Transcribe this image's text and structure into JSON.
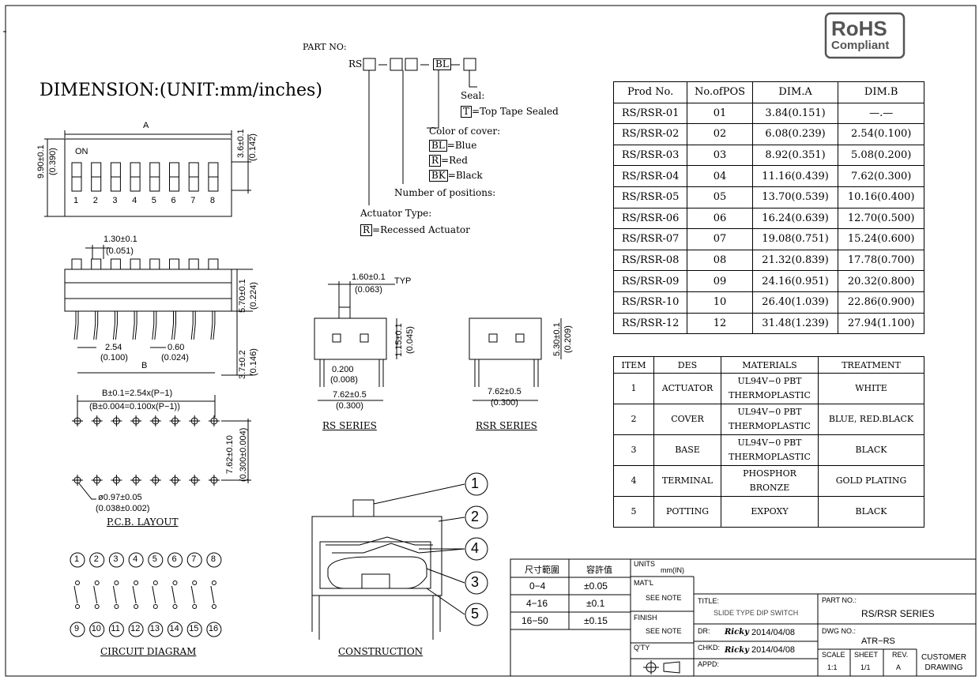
{
  "dimension_title": "DIMENSION:(UNIT:mm/inches)",
  "rohs": {
    "line1": "RoHS",
    "line2": "Compliant"
  },
  "part_no": {
    "label": "PART NO:",
    "prefix": "RS",
    "code_bl": "BL",
    "seal_label": "Seal:",
    "seal_code": "T",
    "seal_text": "=Top Tape Sealed",
    "cover_label": "Color of cover:",
    "cover_options": [
      {
        "code": "BL",
        "text": "=Blue"
      },
      {
        "code": "R",
        "text": "=Red"
      },
      {
        "code": "BK",
        "text": "=Black"
      }
    ],
    "positions_label": "Number of positions:",
    "actuator_label": "Actuator Type:",
    "actuator_code": "R",
    "actuator_text": "=Recessed Actuator"
  },
  "top_view": {
    "dim_a": "A",
    "on": "ON",
    "switch_numbers": [
      "1",
      "2",
      "3",
      "4",
      "5",
      "6",
      "7",
      "8"
    ],
    "height_mm": "9.90±0.1",
    "height_in": "(0.390)",
    "act_mm": "3.6±0.1",
    "act_in": "(0.142)"
  },
  "side_view": {
    "pitch1_mm": "1.30±0.1",
    "pitch1_in": "(0.051)",
    "height_mm": "5.70±0.1",
    "height_in": "(0.224)",
    "pitch_mm": "2.54",
    "pitch_in": "(0.100)",
    "pin_mm": "0.60",
    "pin_in": "(0.024)",
    "dim_b": "B",
    "lead_mm": "3.7±0.2",
    "lead_in": "(0.146)"
  },
  "pcb": {
    "formula_mm": "B±0.1=2.54x(P−1)",
    "formula_in": "(B±0.004=0.100x(P−1))",
    "row_mm": "7.62±0.10",
    "row_in": "(0.300±0.004)",
    "hole_mm": "ø0.97±0.05",
    "hole_in": "(0.038±0.002)",
    "title": "P.C.B.  LAYOUT"
  },
  "rs_series": {
    "act_mm": "1.60±0.1",
    "act_in": "(0.063)",
    "typ": "TYP",
    "h_mm": "1.15±0.1",
    "h_in": "(0.045)",
    "lead_mm": "0.200",
    "lead_in": "(0.008)",
    "row_mm": "7.62±0.5",
    "row_in": "(0.300)",
    "title": "RS  SERIES"
  },
  "rsr_series": {
    "h_mm": "5.30±0.1",
    "h_in": "(0.209)",
    "row_mm": "7.62±0.5",
    "row_in": "(0.300)",
    "title": "RSR  SERIES"
  },
  "circuit": {
    "top": [
      "1",
      "2",
      "3",
      "4",
      "5",
      "6",
      "7",
      "8"
    ],
    "bottom": [
      "9",
      "10",
      "11",
      "12",
      "13",
      "14",
      "15",
      "16"
    ],
    "title": "CIRCUIT  DIAGRAM"
  },
  "construction": {
    "callouts": [
      "1",
      "2",
      "4",
      "3",
      "5"
    ],
    "title": "CONSTRUCTION"
  },
  "prod_table": {
    "headers": [
      "Prod No.",
      "No.ofPOS",
      "DIM.A",
      "DIM.B"
    ],
    "rows": [
      [
        "RS/RSR-01",
        "01",
        "3.84(0.151)",
        "—.—"
      ],
      [
        "RS/RSR-02",
        "02",
        "6.08(0.239)",
        "2.54(0.100)"
      ],
      [
        "RS/RSR-03",
        "03",
        "8.92(0.351)",
        "5.08(0.200)"
      ],
      [
        "RS/RSR-04",
        "04",
        "11.16(0.439)",
        "7.62(0.300)"
      ],
      [
        "RS/RSR-05",
        "05",
        "13.70(0.539)",
        "10.16(0.400)"
      ],
      [
        "RS/RSR-06",
        "06",
        "16.24(0.639)",
        "12.70(0.500)"
      ],
      [
        "RS/RSR-07",
        "07",
        "19.08(0.751)",
        "15.24(0.600)"
      ],
      [
        "RS/RSR-08",
        "08",
        "21.32(0.839)",
        "17.78(0.700)"
      ],
      [
        "RS/RSR-09",
        "09",
        "24.16(0.951)",
        "20.32(0.800)"
      ],
      [
        "RS/RSR-10",
        "10",
        "26.40(1.039)",
        "22.86(0.900)"
      ],
      [
        "RS/RSR-12",
        "12",
        "31.48(1.239)",
        "27.94(1.100)"
      ]
    ]
  },
  "mat_table": {
    "headers": [
      "ITEM",
      "DES",
      "MATERIALS",
      "TREATMENT"
    ],
    "rows": [
      [
        "1",
        "ACTUATOR",
        "UL94V−0 PBT",
        "THERMOPLASTIC",
        "WHITE"
      ],
      [
        "2",
        "COVER",
        "UL94V−0 PBT",
        "THERMOPLASTIC",
        "BLUE, RED.BLACK"
      ],
      [
        "3",
        "BASE",
        "UL94V−0 PBT",
        "THERMOPLASTIC",
        "BLACK"
      ],
      [
        "4",
        "TERMINAL",
        "PHOSPHOR BRONZE",
        "",
        "GOLD PLATING"
      ],
      [
        "5",
        "POTTING",
        "EXPOXY",
        "",
        "BLACK"
      ]
    ]
  },
  "title_block": {
    "size_range_label": "尺寸範圍",
    "tolerance_label": "容許值",
    "tolerances": [
      [
        "0−4",
        "±0.05"
      ],
      [
        "4−16",
        "±0.1"
      ],
      [
        "16−50",
        "±0.15"
      ]
    ],
    "units_label": "UNITS",
    "units_value": "mm(IN)",
    "matl_label": "MAT'L",
    "matl_value": "SEE NOTE",
    "finish_label": "FINISH",
    "finish_value": "SEE NOTE",
    "qty_label": "Q'TY",
    "title_label": "TITLE:",
    "title_value": "SLIDE TYPE DIP SWITCH",
    "part_no_label": "PART NO.:",
    "part_no_value": "RS/RSR SERIES",
    "dr_label": "DR:",
    "dr_name": "Ricky",
    "dr_date": "2014/04/08",
    "chkd_label": "CHKD:",
    "chkd_name": "Ricky",
    "chkd_date": "2014/04/08",
    "appd_label": "APPD:",
    "dwg_label": "DWG NO.:",
    "dwg_value": "ATR−RS",
    "scale_label": "SCALE",
    "scale_value": "1:1",
    "sheet_label": "SHEET",
    "sheet_value": "1/1",
    "rev_label": "REV.",
    "rev_value": "A",
    "customer_line1": "CUSTOMER",
    "customer_line2": "DRAWING"
  }
}
